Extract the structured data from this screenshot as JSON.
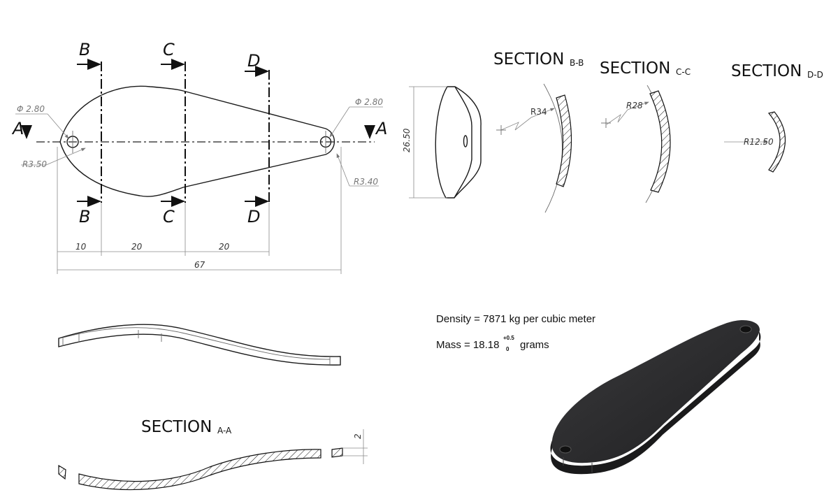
{
  "labels": {
    "section_a": "A",
    "section_b": "B",
    "section_c": "C",
    "section_d": "D"
  },
  "dimensions": {
    "hole_dia_left": "Φ 2.80",
    "hole_dia_right": "Φ 2.80",
    "radius_left": "R3.50",
    "radius_right": "R3.40",
    "seg_1": "10",
    "seg_2": "20",
    "seg_3": "20",
    "overall_length": "67",
    "height": "26.50",
    "thickness": "2"
  },
  "sections": {
    "bb": {
      "title": "SECTION",
      "sub": "B-B",
      "radius": "R34"
    },
    "cc": {
      "title": "SECTION",
      "sub": "C-C",
      "radius": "R28"
    },
    "dd": {
      "title": "SECTION",
      "sub": "D-D",
      "radius": "R12.50"
    },
    "aa": {
      "title": "SECTION",
      "sub": "A-A"
    }
  },
  "properties": {
    "density": "Density = 7871 kg per  cubic meter",
    "mass_prefix": "Mass = 18.18",
    "mass_tol_upper": "+0.5",
    "mass_tol_lower": "0",
    "mass_suffix": "grams"
  },
  "colors": {
    "line": "#1a1a1a",
    "dimension": "#8a8a8a",
    "part_render": "#2b2b2d"
  }
}
